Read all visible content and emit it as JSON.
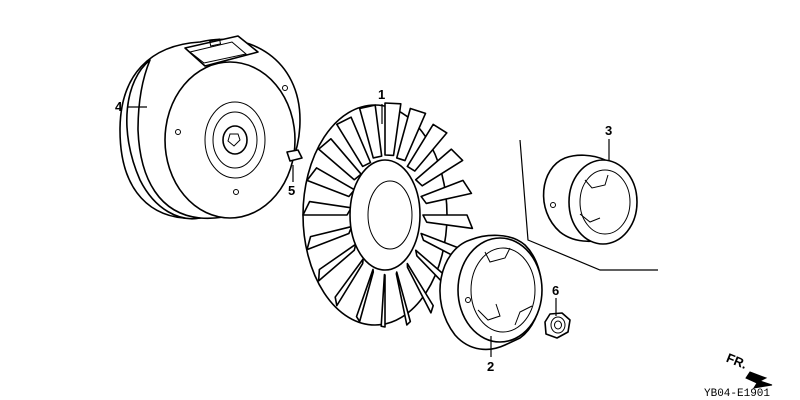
{
  "callouts": {
    "p1": "1",
    "p2": "2",
    "p3": "3",
    "p4": "4",
    "p5": "5",
    "p6": "6"
  },
  "direction": {
    "label": "FR."
  },
  "diagram_code": "YB04-E1901"
}
